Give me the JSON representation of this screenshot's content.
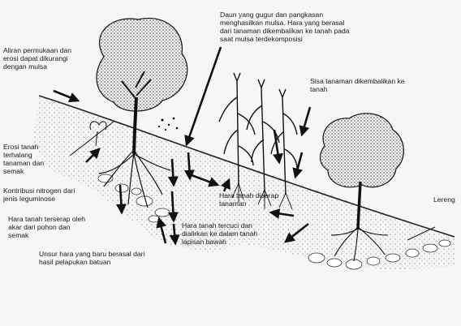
{
  "labels": {
    "surface_runoff": "Aliran permukaan dan\nerosi dapat dikurangi\ndengan mulsa",
    "fallen_leaves": "Daun yang gugur dan pangkasan\nmenghasilkan mulsa. Hara yang berasal\ndari tanaman dikembalikan ke tanah pada\nsaat mulsa terdekomposisi",
    "crop_residue": "Sisa tanaman dikembalikan ke\ntanah",
    "erosion_blocked": "Erosi tanah\nterhalang\ntanaman dan\nsemak",
    "nitrogen_contribution": "Kontribusi nitrogen dari\njenis leguminose",
    "nutrients_absorbed_trees": "Hara tanah terserap oleh\nakar dari pohon dan\nsemak",
    "new_nutrients": "Unsur hara yang baru berasal dari\nhasil pelapukan batuan",
    "nutrients_absorbed_crops": "Hara tanah diserap\ntanaman",
    "nutrients_leached": "Hara tanah tercuci  dan\ndialirkan ke dalam tanah\nlapisan bawah",
    "slope": "Lereng"
  },
  "colors": {
    "ink": "#1a1a1a",
    "paper": "#f6f6f4",
    "soil": "#e6e6e2"
  }
}
